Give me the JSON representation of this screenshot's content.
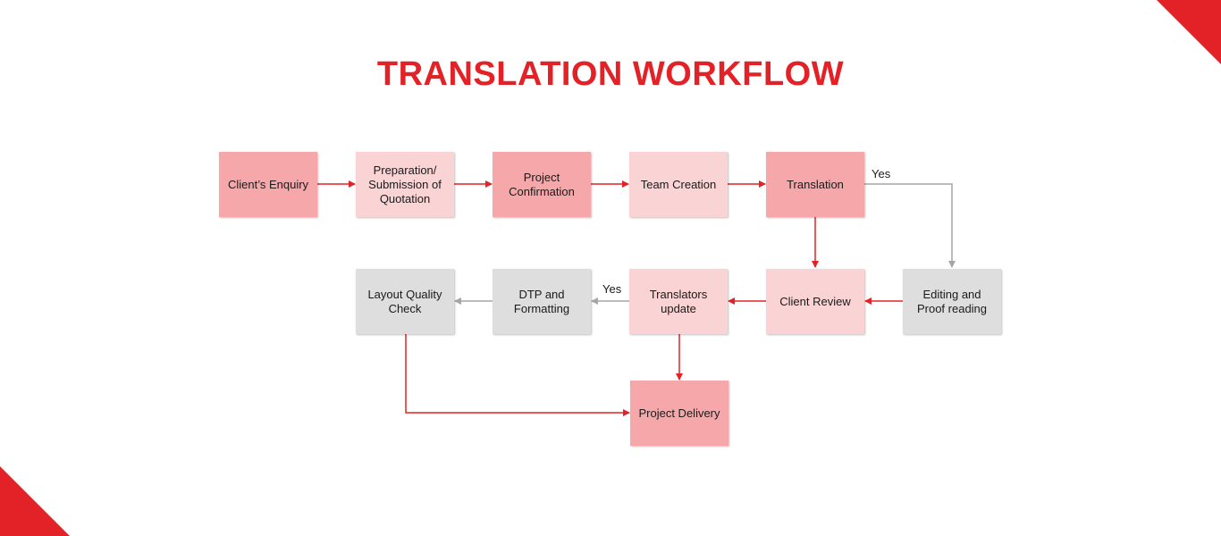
{
  "title": "TRANSLATION WORKFLOW",
  "colors": {
    "accent": "#e32227",
    "node_dark": "#f6a7aa",
    "node_light": "#fad3d4",
    "node_gray": "#dedede",
    "connector_gray": "#a6a6a6"
  },
  "nodes": {
    "clients_enquiry": "Client’s Enquiry",
    "preparation_line1": "Preparation/",
    "preparation_line2": "Submission of",
    "preparation_line3": "Quotation",
    "project_confirmation_line1": "Project",
    "project_confirmation_line2": "Confirmation",
    "team_creation": "Team Creation",
    "translation": "Translation",
    "editing_line1": "Editing and",
    "editing_line2": "Proof reading",
    "client_review": "Client Review",
    "translators_update_line1": "Translators",
    "translators_update_line2": "update",
    "dtp_line1": "DTP and",
    "dtp_line2": "Formatting",
    "layout_check_line1": "Layout Quality",
    "layout_check_line2": "Check",
    "project_delivery": "Project Delivery"
  },
  "edge_labels": {
    "translation_to_editing": "Yes",
    "translators_to_dtp": "Yes"
  }
}
